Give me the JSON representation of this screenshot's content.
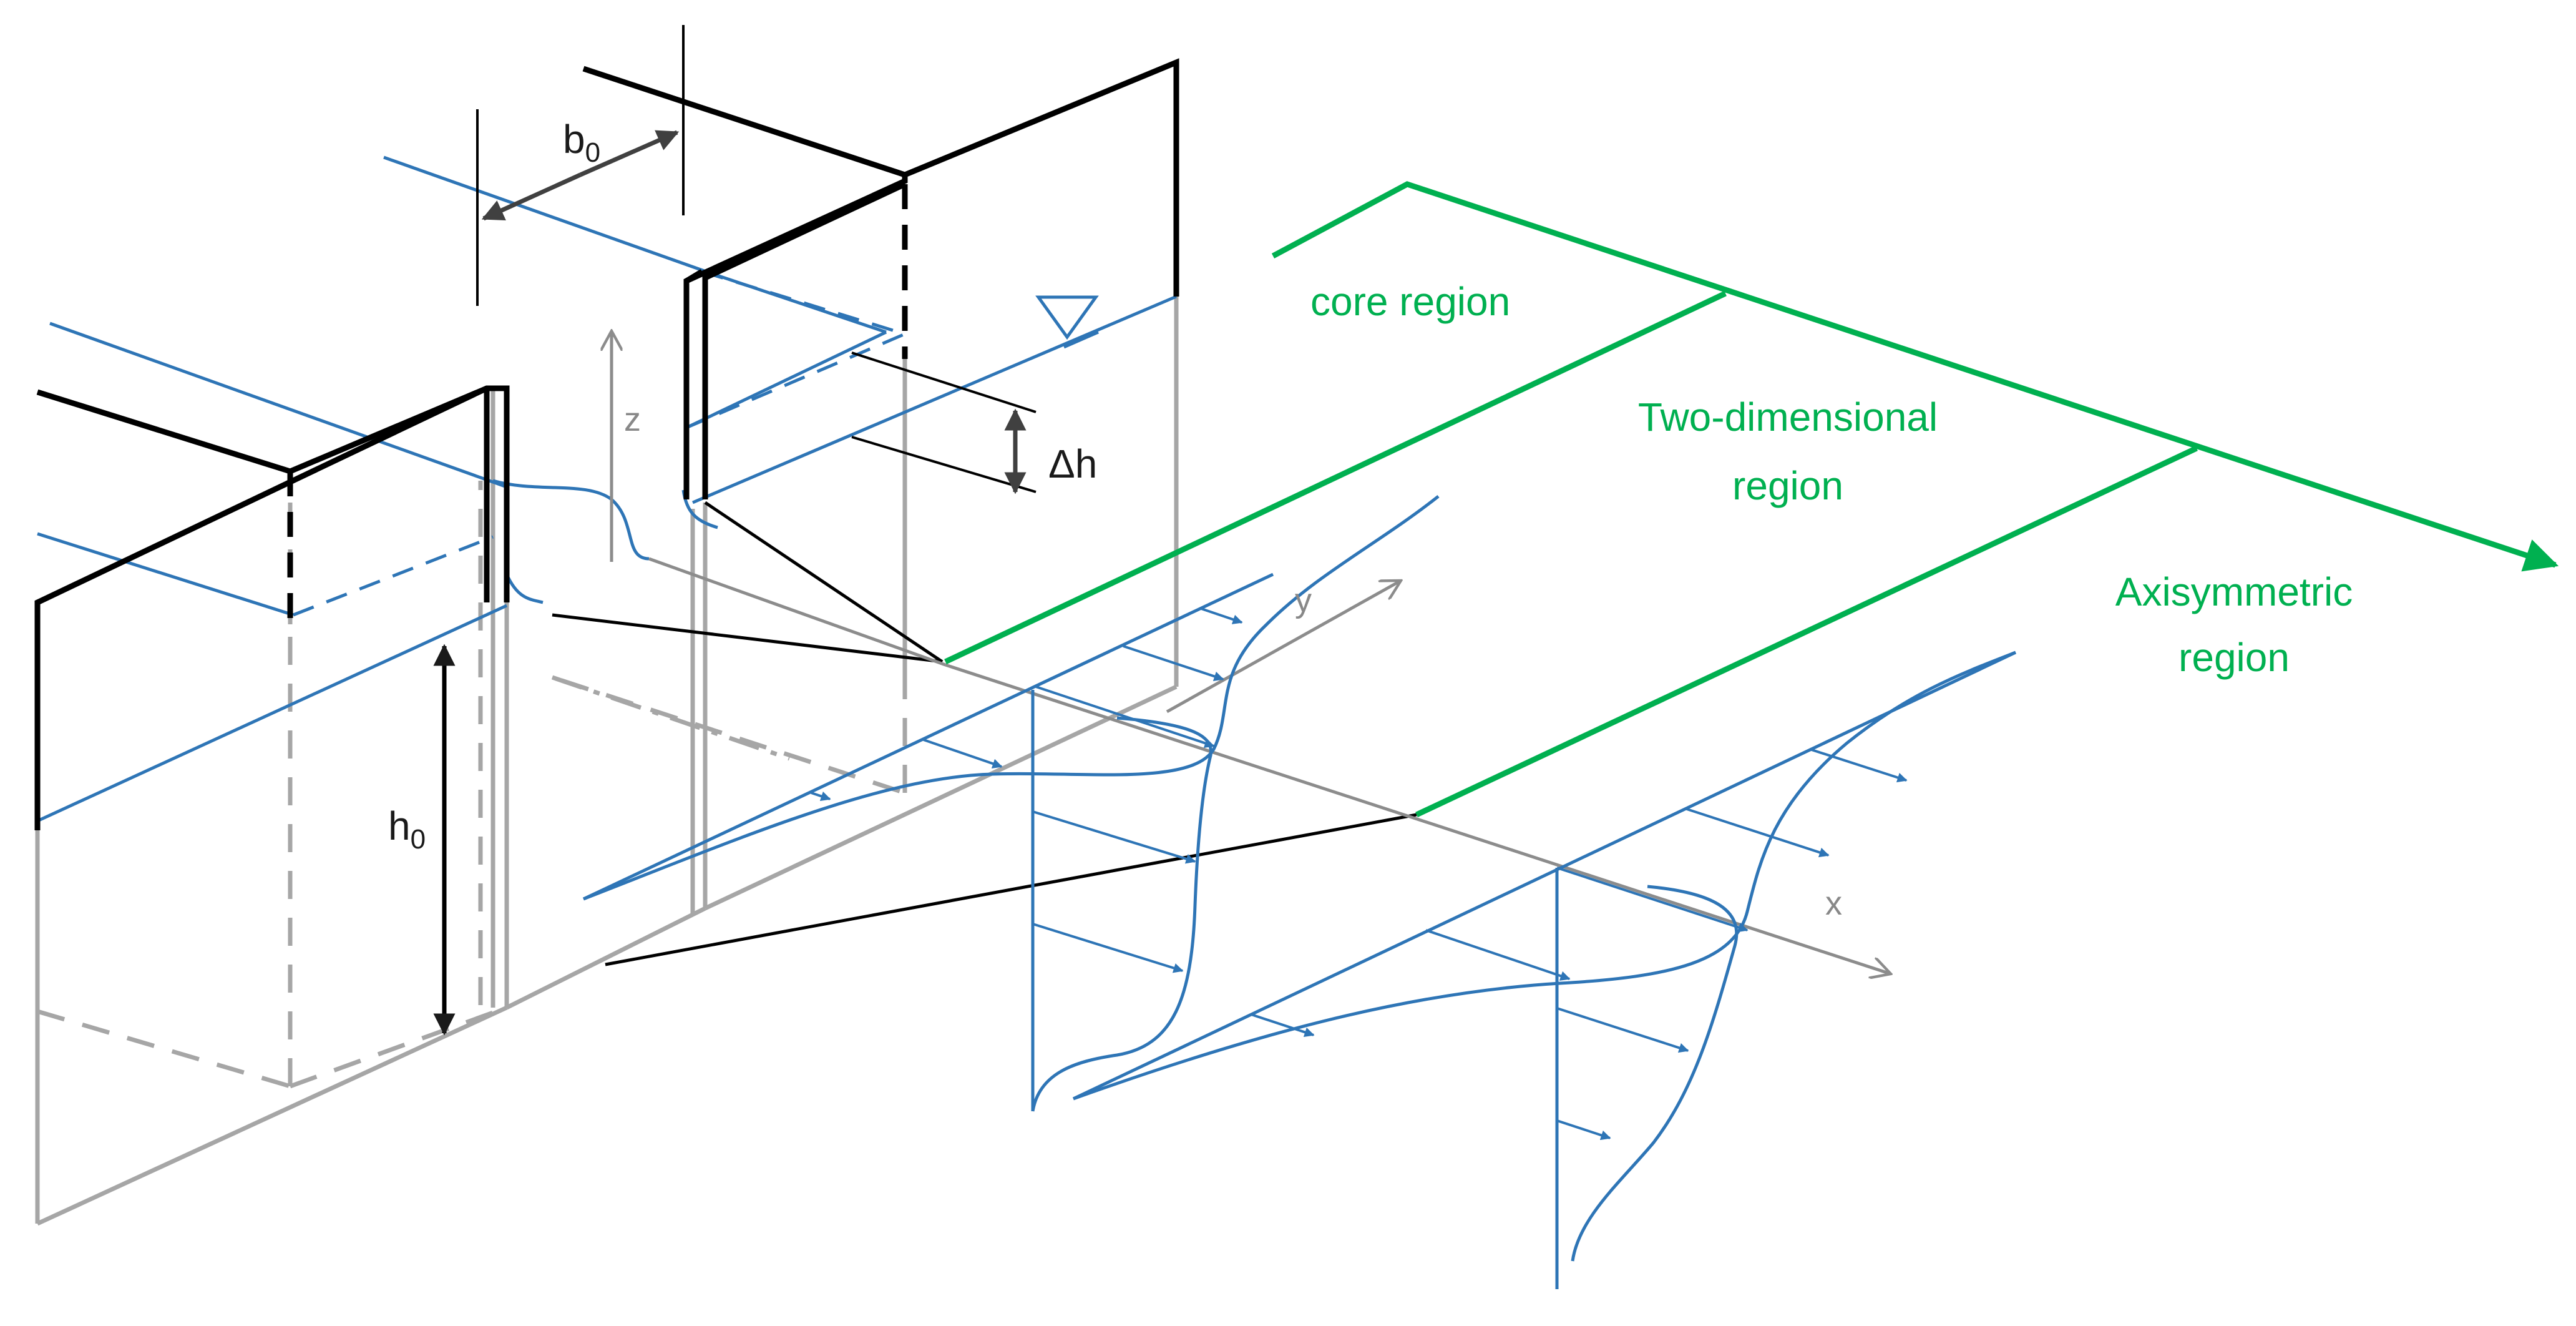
{
  "labels": {
    "core_region": "core region",
    "two_dim_line1": "Two-dimensional",
    "two_dim_line2": "region",
    "axisym_line1": "Axisymmetric",
    "axisym_line2": "region",
    "b0_main": "b",
    "b0_sub": "0",
    "h0_main": "h",
    "h0_sub": "0",
    "delta_h": "Δh",
    "axis_x": "x",
    "axis_y": "y",
    "axis_z": "z"
  },
  "colors": {
    "region": "#00b050",
    "water": "#2e75b6",
    "velocity": "#2e75b6",
    "wall": "#000000",
    "axis": "#8c8c8c",
    "hidden": "#a6a6a6"
  }
}
